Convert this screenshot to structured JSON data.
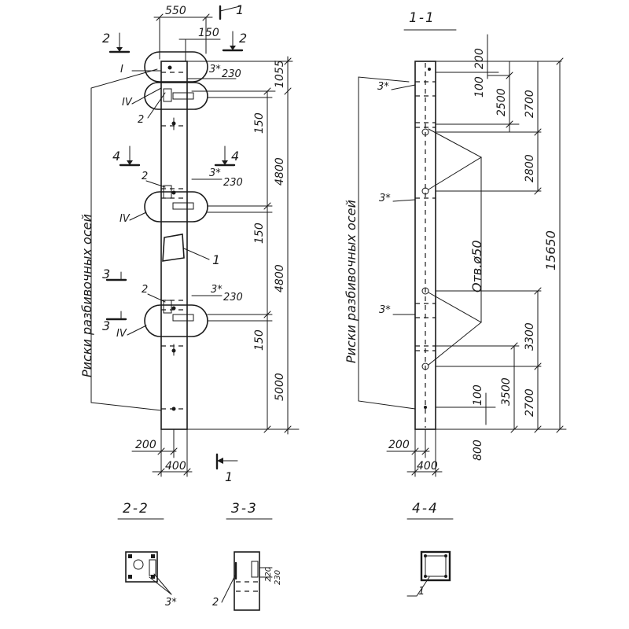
{
  "view_left": {
    "width_top": "550",
    "offset": "150",
    "dim_200": "200",
    "dim_400": "400",
    "marker_I": "I",
    "marker_IV": "IV",
    "marker_3a": "3*",
    "marker_3b": "3*",
    "marker_3c": "3*",
    "pos_2a": "2",
    "pos_2b": "2",
    "pos_2c": "2",
    "pos_1": "1",
    "pos_IVa": "IV",
    "pos_IVb": "IV",
    "small_230a": "230",
    "small_230b": "230",
    "small_230c": "230",
    "right_dims": [
      "1055",
      "150",
      "4800",
      "150",
      "4800",
      "150",
      "5000"
    ],
    "axis_text": "Риски разбивочных осей"
  },
  "section_marks": {
    "s1_top": "1",
    "s1_bottom": "1",
    "s2a": "2",
    "s2b": "2",
    "s3a": "3",
    "s3b": "3",
    "s4a": "4",
    "s4b": "4"
  },
  "view_right": {
    "title": "1-1",
    "dims_right": [
      "200",
      "100",
      "2500",
      "2700",
      "2800",
      "3300",
      "3500",
      "2700",
      "100",
      "800"
    ],
    "total": "15650",
    "hole_label": "Отв.ø50",
    "marker_3a": "3*",
    "marker_3b": "3*",
    "marker_3c": "3*",
    "dim_200": "200",
    "dim_400": "400",
    "axis_text": "Риски разбивочных осей"
  },
  "sections": {
    "s22": "2-2",
    "s33": "3-3",
    "s44": "4-4",
    "s22_label": "3*",
    "s33_label": "2",
    "s33_d1": "220",
    "s33_d2": "230",
    "s44_label": "1"
  }
}
